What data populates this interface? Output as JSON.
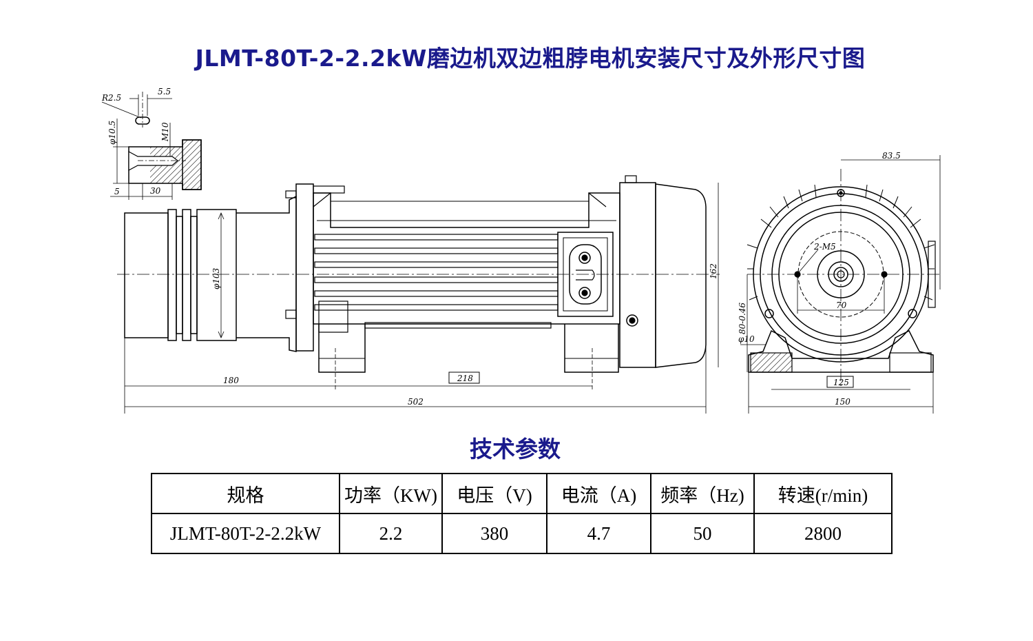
{
  "title": "JLMT-80T-2-2.2kW磨边机双边粗脖电机安装尺寸及外形尺寸图",
  "drawing": {
    "shaft_detail": {
      "radius_label": "R2.5",
      "slot_width_label": "5.5",
      "bore_diameter_label": "φ10.5",
      "thread_label": "M10",
      "offset_label": "5",
      "depth_label": "30"
    },
    "side_view": {
      "flange_diameter_label": "φ103",
      "height_label": "162",
      "length_front_label": "180",
      "foot_spacing_label": "218",
      "overall_length_label": "502"
    },
    "end_view": {
      "width_top_label": "83.5",
      "holes_label": "2-M5",
      "hole_spacing_label": "70",
      "center_height_label": "80-0.46",
      "foot_hole_label": "φ10",
      "foot_spacing_label": "125",
      "base_width_label": "150"
    }
  },
  "section_title": "技术参数",
  "table": {
    "headers": [
      "规格",
      "功率（KW)",
      "电压（V)",
      "电流（A)",
      "频率（Hz)",
      "转速(r/min)"
    ],
    "row": [
      "JLMT-80T-2-2.2kW",
      "2.2",
      "380",
      "4.7",
      "50",
      "2800"
    ]
  },
  "colors": {
    "title": "#1a1a8c",
    "lines": "#000000"
  }
}
